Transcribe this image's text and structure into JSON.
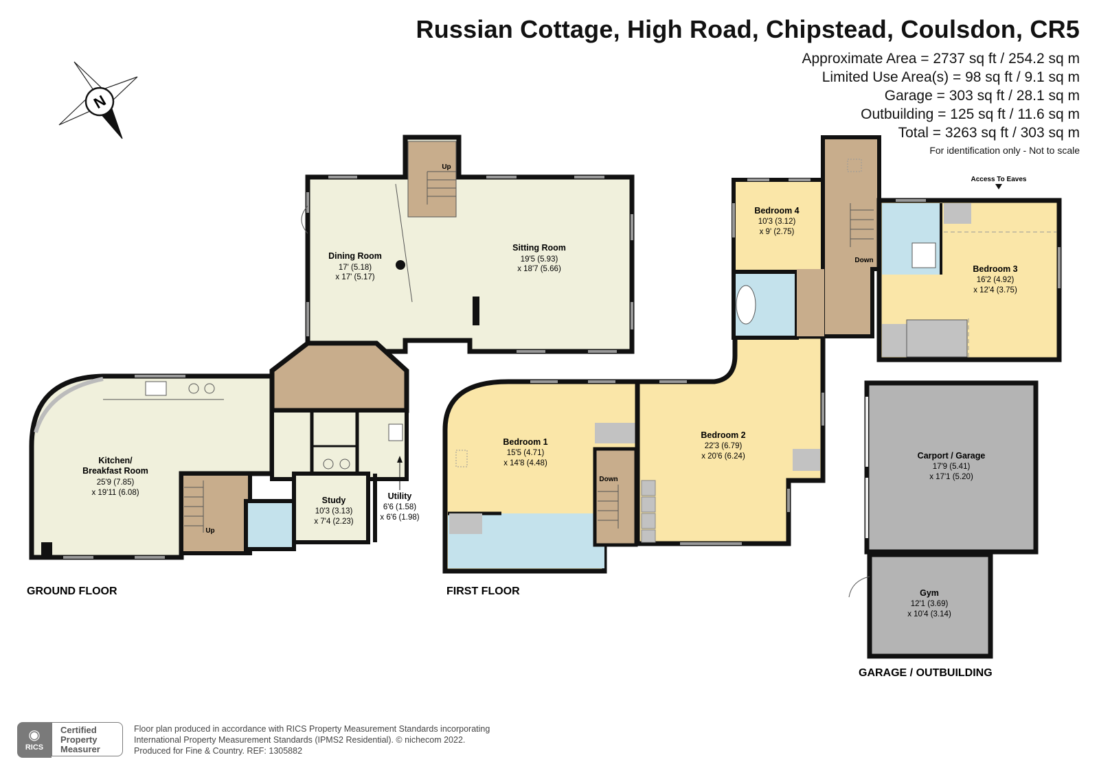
{
  "header": {
    "title": "Russian Cottage, High Road, Chipstead, Coulsdon, CR5",
    "areas": [
      "Approximate Area = 2737 sq ft / 254.2 sq m",
      "Limited Use Area(s) = 98 sq ft / 9.1 sq m",
      "Garage = 303 sq ft / 28.1 sq m",
      "Outbuilding = 125 sq ft / 11.6 sq m",
      "Total = 3263 sq ft / 303 sq m"
    ],
    "note": "For identification only - Not to scale"
  },
  "compass": {
    "label": "N"
  },
  "floors": {
    "ground": "GROUND FLOOR",
    "first": "FIRST FLOOR",
    "garage": "GARAGE / OUTBUILDING"
  },
  "rooms": {
    "dining": {
      "name": "Dining Room",
      "dim1": "17' (5.18)",
      "dim2": "x 17' (5.17)"
    },
    "sitting": {
      "name": "Sitting Room",
      "dim1": "19'5 (5.93)",
      "dim2": "x 18'7 (5.66)"
    },
    "kitchen": {
      "name1": "Kitchen/",
      "name2": "Breakfast Room",
      "dim1": "25'9 (7.85)",
      "dim2": "x 19'11 (6.08)"
    },
    "study": {
      "name": "Study",
      "dim1": "10'3 (3.13)",
      "dim2": "x 7'4 (2.23)"
    },
    "utility": {
      "name": "Utility",
      "dim1": "6'6 (1.58)",
      "dim2": "x 6'6 (1.98)"
    },
    "bedroom1": {
      "name": "Bedroom 1",
      "dim1": "15'5 (4.71)",
      "dim2": "x 14'8 (4.48)"
    },
    "bedroom2": {
      "name": "Bedroom 2",
      "dim1": "22'3 (6.79)",
      "dim2": "x 20'6 (6.24)"
    },
    "bedroom3": {
      "name": "Bedroom 3",
      "dim1": "16'2 (4.92)",
      "dim2": "x 12'4 (3.75)"
    },
    "bedroom4": {
      "name": "Bedroom 4",
      "dim1": "10'3 (3.12)",
      "dim2": "x 9' (2.75)"
    },
    "garage": {
      "name": "Carport / Garage",
      "dim1": "17'9 (5.41)",
      "dim2": "x 17'1 (5.20)"
    },
    "gym": {
      "name": "Gym",
      "dim1": "12'1 (3.69)",
      "dim2": "x 10'4 (3.14)"
    }
  },
  "labels": {
    "up": "Up",
    "down": "Down",
    "eaves": "Access To Eaves"
  },
  "footer": {
    "rics": "RICS",
    "cert1": "Certified",
    "cert2": "Property",
    "cert3": "Measurer",
    "line1": "Floor plan produced in accordance with RICS Property Measurement Standards incorporating",
    "line2": "International Property Measurement Standards (IPMS2 Residential).   © nichecom 2022.",
    "line3": "Produced for Fine & Country.   REF:  1305882"
  },
  "colors": {
    "wall": "#111111",
    "ground_room": "#f0f0dc",
    "hall": "#c8ad8c",
    "bedroom": "#fae6a8",
    "bathroom": "#c4e2ec",
    "garage": "#b4b4b4",
    "cupboard": "#c2c2c2"
  }
}
